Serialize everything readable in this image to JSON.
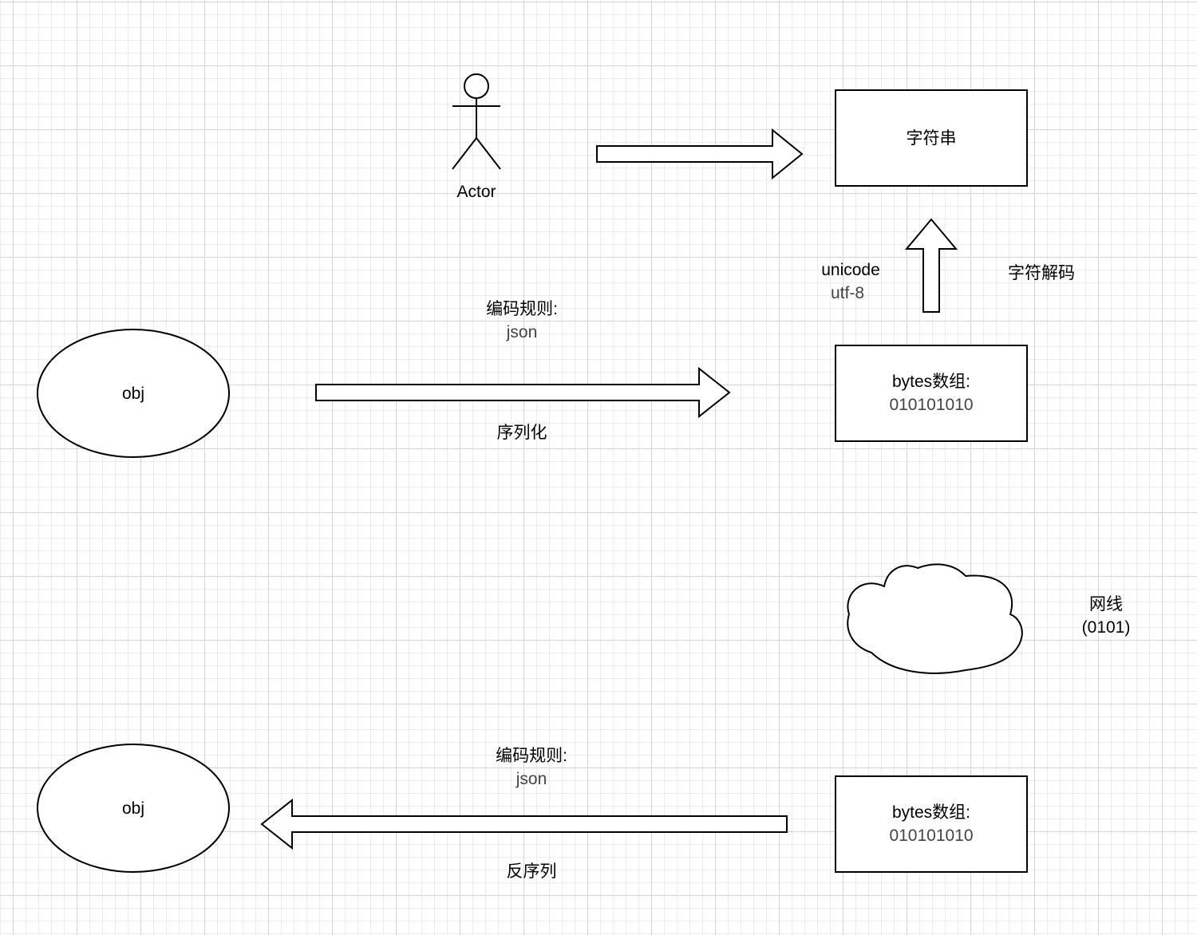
{
  "actor": {
    "label": "Actor"
  },
  "string_box": {
    "label": "字符串"
  },
  "encoding": {
    "line1": "unicode",
    "line2": "utf-8"
  },
  "decode_label": "字符解码",
  "serialize": {
    "rule_line1": "编码规则:",
    "rule_line2": "json",
    "action": "序列化"
  },
  "obj_top": {
    "label": "obj"
  },
  "bytes_top": {
    "line1": "bytes数组:",
    "line2": "010101010"
  },
  "network": {
    "line1": "网线",
    "line2": "(0101)"
  },
  "deserialize": {
    "rule_line1": "编码规则:",
    "rule_line2": "json",
    "action": "反序列"
  },
  "obj_bottom": {
    "label": "obj"
  },
  "bytes_bottom": {
    "line1": "bytes数组:",
    "line2": "010101010"
  }
}
